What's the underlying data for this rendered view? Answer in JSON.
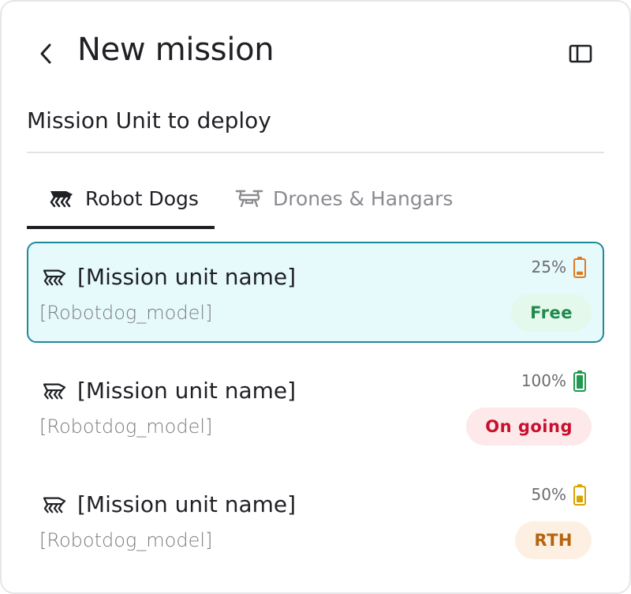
{
  "header": {
    "title": "New mission"
  },
  "section": {
    "title": "Mission Unit to deploy"
  },
  "tabs": [
    {
      "label": "Robot Dogs",
      "active": true,
      "icon": "robot-dog-icon"
    },
    {
      "label": "Drones & Hangars",
      "active": false,
      "icon": "drone-icon"
    }
  ],
  "units": [
    {
      "name": "[Mission unit name]",
      "model": "[Robotdog_model]",
      "battery": "25%",
      "battery_level": 0.25,
      "battery_color": "#e07a1f",
      "status": "Free",
      "status_color": "#1f8a4c",
      "status_bg": "#e5f8ec",
      "selected": true
    },
    {
      "name": "[Mission unit name]",
      "model": "[Robotdog_model]",
      "battery": "100%",
      "battery_level": 1.0,
      "battery_color": "#1f9a4e",
      "status": "On going",
      "status_color": "#c8102e",
      "status_bg": "#fde8ea",
      "selected": false
    },
    {
      "name": "[Mission unit name]",
      "model": "[Robotdog_model]",
      "battery": "50%",
      "battery_level": 0.5,
      "battery_color": "#d9a400",
      "status": "RTH",
      "status_color": "#b5650f",
      "status_bg": "#fdf0e3",
      "selected": false
    }
  ]
}
